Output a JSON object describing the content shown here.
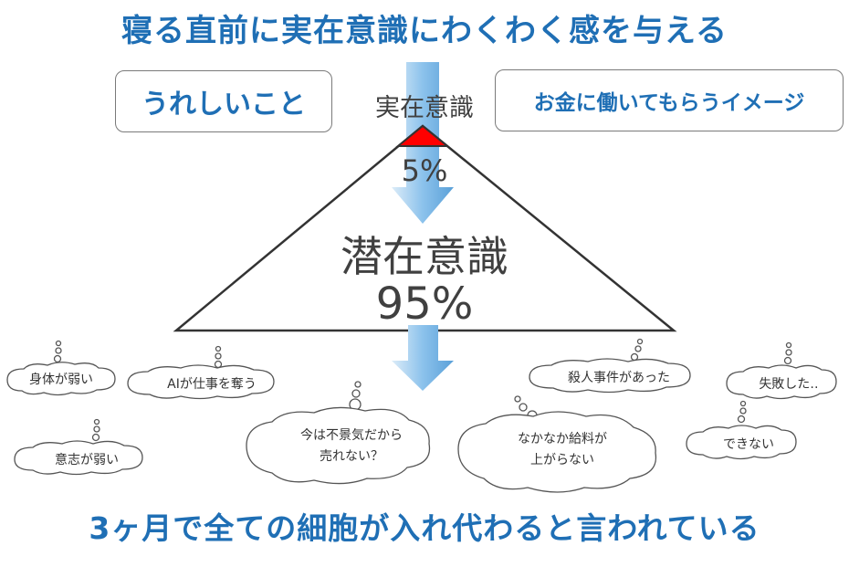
{
  "title_top": "寝る直前に実在意識にわくわく感を与える",
  "title_bottom": "3ヶ月で全ての細胞が入れ代わると言われている",
  "box_left": "うれしいこと",
  "box_right": "お金に働いてもらうイメージ",
  "conscious": {
    "label": "実在意識",
    "percent": "5%"
  },
  "subconscious": {
    "label": "潜在意識",
    "percent": "95%"
  },
  "thoughts": [
    {
      "lines": [
        "身体が弱い"
      ]
    },
    {
      "lines": [
        "AIが仕事を奪う"
      ]
    },
    {
      "lines": [
        "意志が弱い"
      ]
    },
    {
      "lines": [
        "今は不景気だから",
        "売れない？"
      ]
    },
    {
      "lines": [
        "なかなか給料が",
        "上がらない"
      ]
    },
    {
      "lines": [
        "殺人事件があった"
      ]
    },
    {
      "lines": [
        "失敗した‥"
      ]
    },
    {
      "lines": [
        "できない"
      ]
    }
  ],
  "colors": {
    "title": "#1f6fb5",
    "arrow_light": "#dcecf8",
    "arrow_dark": "#5aa0d8",
    "triangle_tip": "#ff0000",
    "outline": "#333333"
  }
}
